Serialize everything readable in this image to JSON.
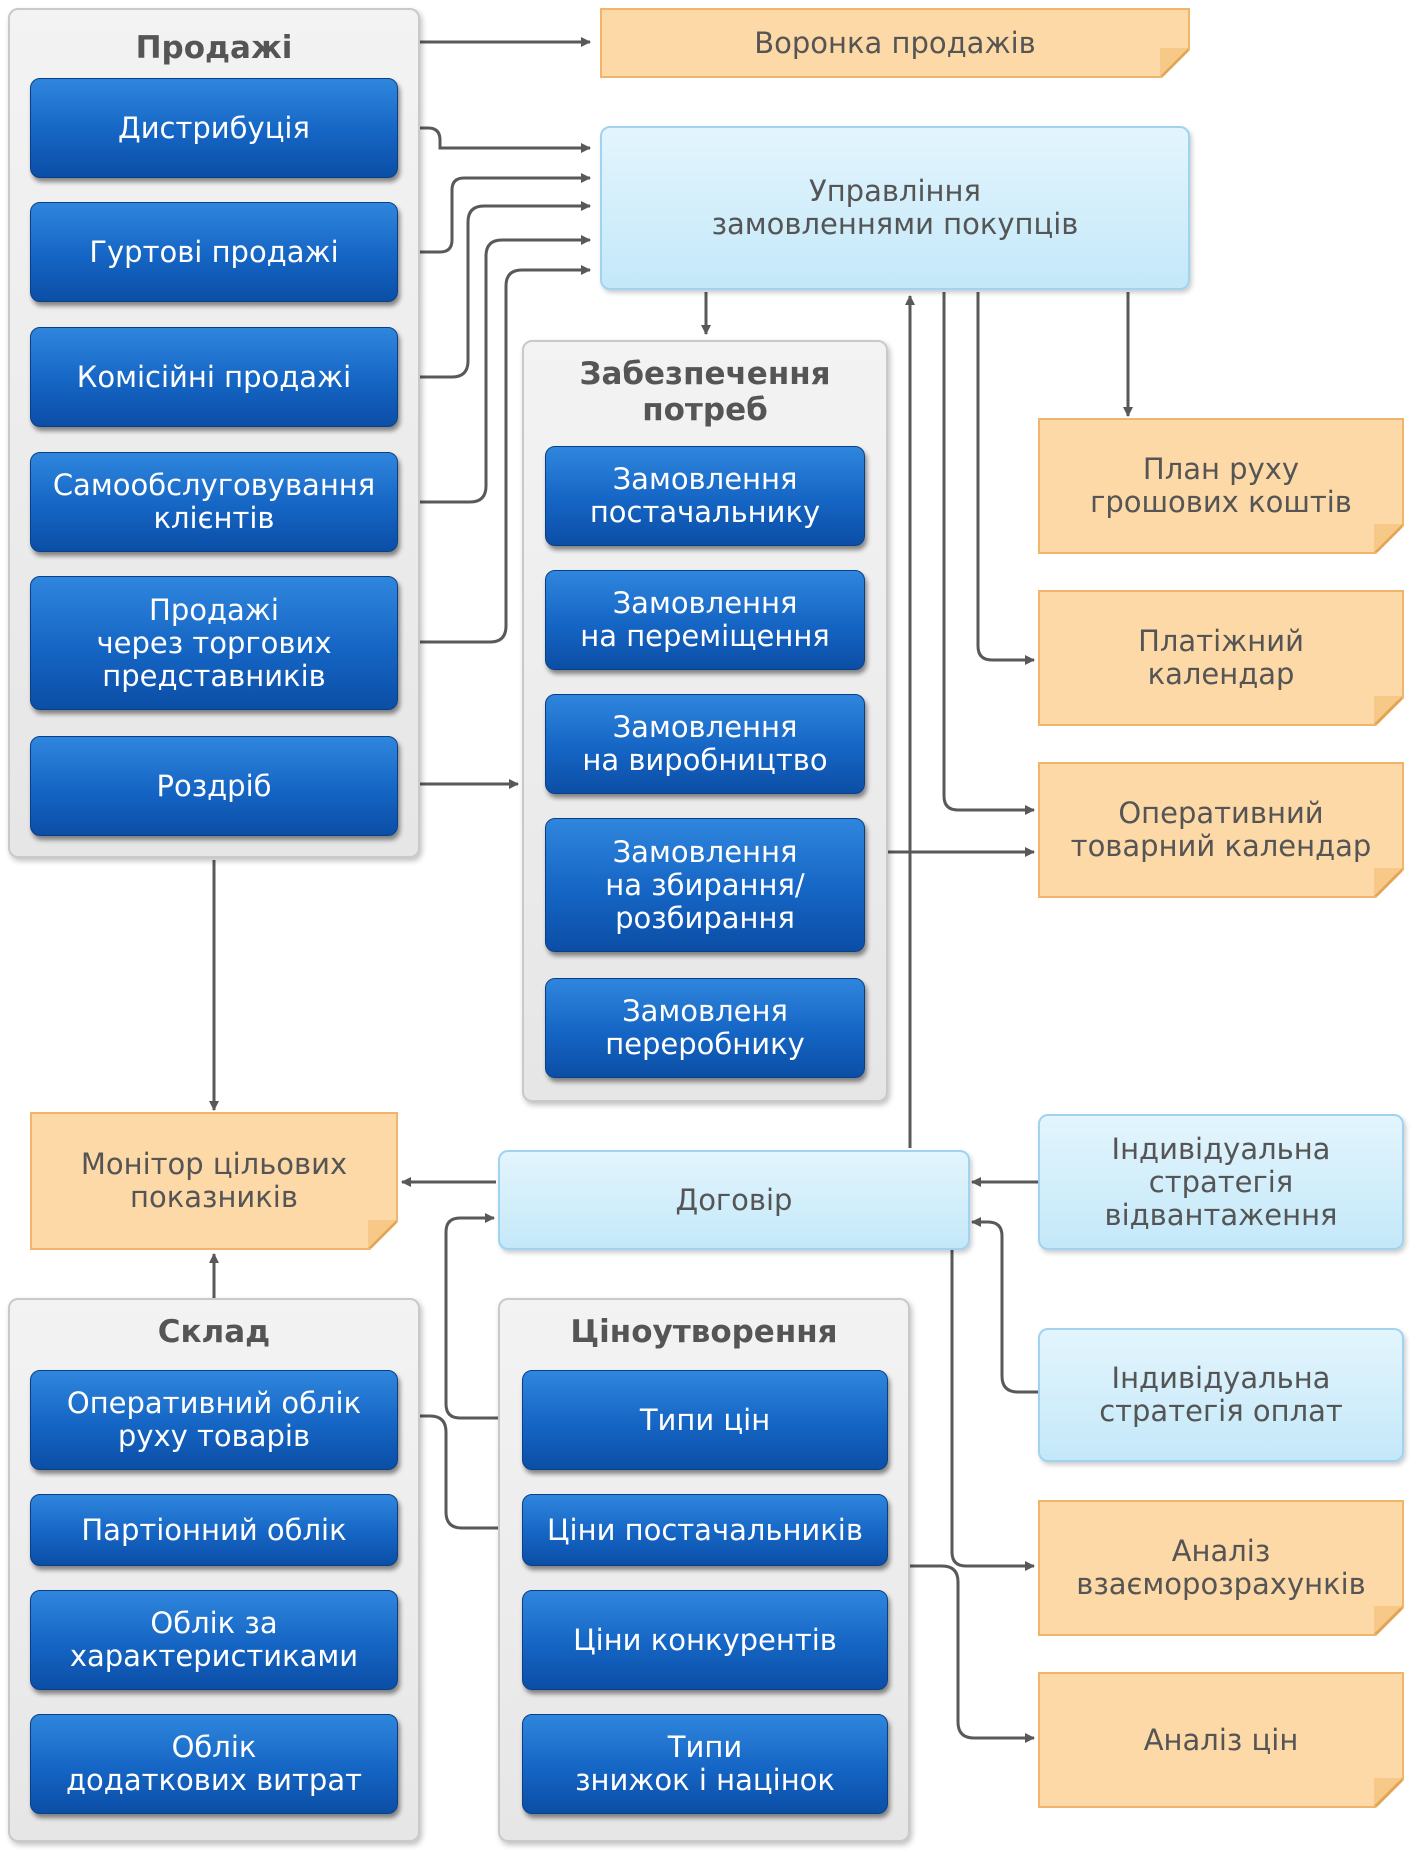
{
  "sales": {
    "title": "Продажі",
    "items": [
      "Дистрибуція",
      "Гуртові продажі",
      "Комісійні продажі",
      "Самообслуговування\nклієнтів",
      "Продажі\nчерез торгових\nпредставників",
      "Роздріб"
    ]
  },
  "supply": {
    "title": "Забезпечення\nпотреб",
    "items": [
      "Замовлення\nпостачальнику",
      "Замовлення\nна переміщення",
      "Замовлення\nна виробництво",
      "Замовлення\nна збирання/\nрозбирання",
      "Замовленя\nпереробнику"
    ]
  },
  "warehouse": {
    "title": "Склад",
    "items": [
      "Оперативний облік\nруху товарів",
      "Партіонний облік",
      "Облік за\nхарактеристиками",
      "Облік\nдодаткових витрат"
    ]
  },
  "pricing": {
    "title": "Ціноутворення",
    "items": [
      "Типи цін",
      "Ціни постачальників",
      "Ціни конкурентів",
      "Типи\nзнижок і націнок"
    ]
  },
  "center": {
    "order_management": "Управління\nзамовленнями покупців",
    "contract": "Договір"
  },
  "strategies": {
    "shipment": "Індивідуальна\nстратегія\nвідвантаження",
    "payment": "Індивідуальна\nстратегія оплат"
  },
  "reports": {
    "sales_funnel": "Воронка продажів",
    "cash_flow_plan": "План руху\nгрошових коштів",
    "payment_calendar": "Платіжний\nкалендар",
    "goods_calendar": "Оперативний\nтоварний календар",
    "kpi_monitor": "Монітор цільових\nпоказників",
    "settlement_analysis": "Аналіз\nвзаєморозрахунків",
    "price_analysis": "Аналіз цін"
  },
  "colors": {
    "module_button": "#1565c4",
    "group_panel": "#e9e9e9",
    "process_box": "#c4e8f9",
    "report_note": "#fcd9a6",
    "connector": "#595959"
  }
}
